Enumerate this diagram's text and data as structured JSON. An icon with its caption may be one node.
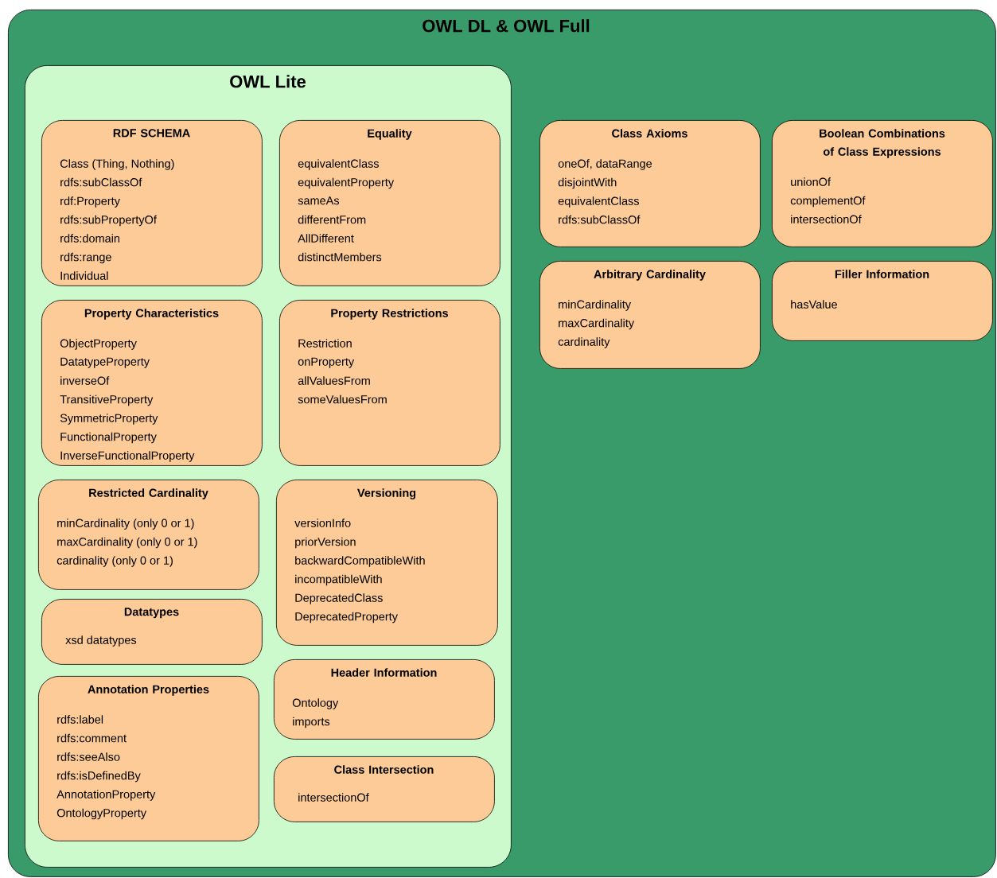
{
  "diagram": {
    "nodes": [
      {
        "text": [
          "OWL DL & OWL Full"
        ]
      },
      {
        "text": [
          "OWL Lite"
        ],
        "in": 0
      },
      {
        "text": [
          "RDF SCHEMA",
          "Class (Thing, Nothing)",
          "rdfs:subClassOf",
          "rdf:Property",
          "rdfs:subPropertyOf",
          "rdfs:domain",
          "rdfs:range",
          "Individual"
        ],
        "in": 1
      },
      {
        "text": [
          "Equality",
          "equivalentClass",
          "equivalentProperty",
          "sameAs",
          "differentFrom",
          "AllDifferent",
          "distinctMembers"
        ],
        "in": 1
      },
      {
        "text": [
          "Property Characteristics",
          "ObjectProperty",
          "DatatypeProperty",
          "inverseOf",
          "TransitiveProperty",
          "SymmetricProperty",
          "FunctionalProperty",
          "InverseFunctionalProperty"
        ],
        "in": 1
      },
      {
        "text": [
          "Property Restrictions",
          "Restriction",
          "onProperty",
          "allValuesFrom",
          "someValuesFrom"
        ],
        "in": 1
      },
      {
        "text": [
          "Restricted Cardinality",
          "minCardinality (only 0 or 1)",
          "maxCardinality (only 0 or 1)",
          "cardinality (only 0 or 1)"
        ],
        "in": 1
      },
      {
        "text": [
          "Versioning",
          "versionInfo",
          "priorVersion",
          "backwardCompatibleWith",
          "incompatibleWith",
          "DeprecatedClass",
          "DeprecatedProperty"
        ],
        "in": 1
      },
      {
        "text": [
          "Datatypes",
          "xsd datatypes"
        ],
        "in": 1
      },
      {
        "text": [
          "Header Information",
          "Ontology",
          "imports"
        ],
        "in": 1
      },
      {
        "text": [
          "Annotation Properties",
          "rdfs:label",
          "rdfs:comment",
          "rdfs:seeAlso",
          "rdfs:isDefinedBy",
          "AnnotationProperty",
          "OntologyProperty"
        ],
        "in": 1
      },
      {
        "text": [
          "Class Intersection",
          "intersectionOf"
        ],
        "in": 1
      },
      {
        "text": [
          "Class Axioms",
          "oneOf, dataRange",
          "disjointWith",
          "equivalentClass",
          "rdfs:subClassOf"
        ],
        "in": 0
      },
      {
        "text": [
          "Boolean Combinations of Class Expressions",
          "unionOf",
          "complementOf",
          "intersectionOf"
        ],
        "in": 0
      },
      {
        "text": [
          "Arbitrary Cardinality",
          "minCardinality",
          "maxCardinality",
          "cardinality"
        ],
        "in": 0
      },
      {
        "text": [
          "Filler Information",
          "hasValue"
        ],
        "in": 0
      }
    ]
  }
}
